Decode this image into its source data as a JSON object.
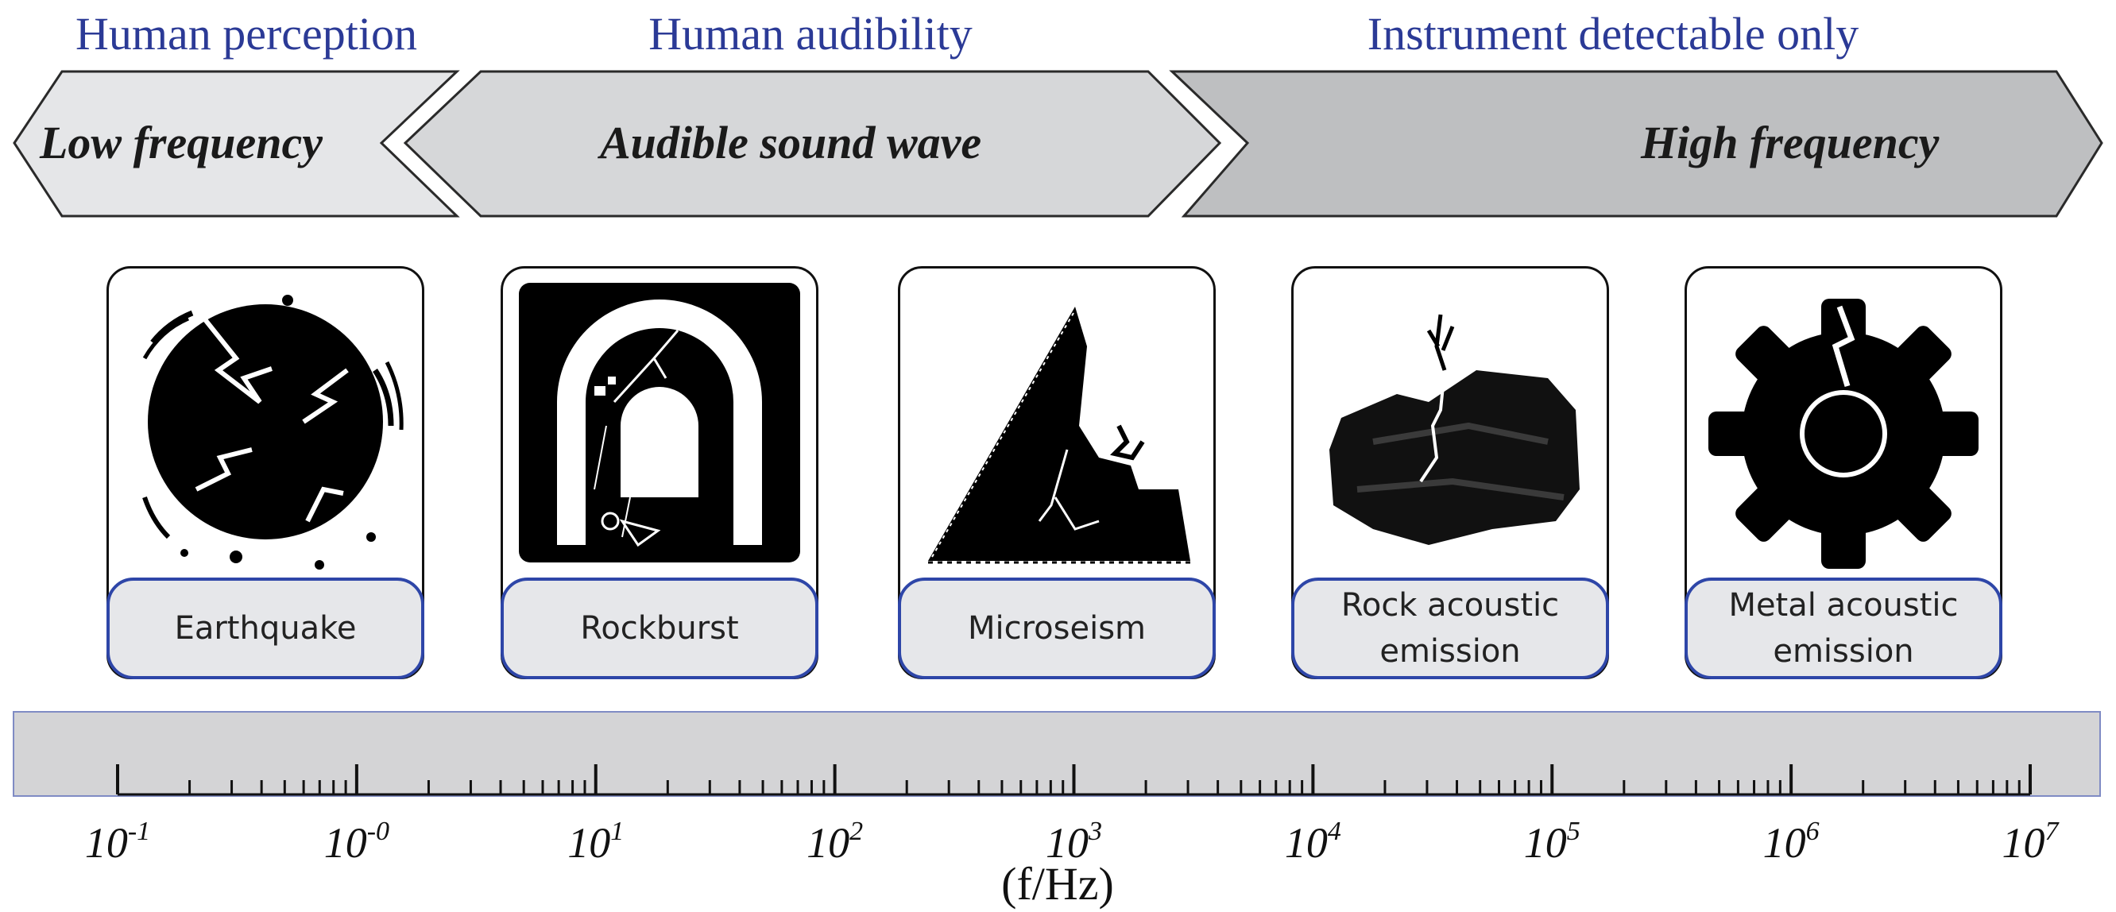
{
  "categories": {
    "human_perception": "Human perception",
    "human_audibility": "Human audibility",
    "instrument_only": "Instrument detectable only"
  },
  "bands": {
    "low": "Low frequency",
    "audible": "Audible sound wave",
    "high": "High frequency"
  },
  "cards": [
    {
      "label": "Earthquake",
      "icon": "cracked-globe-icon"
    },
    {
      "label": "Rockburst",
      "icon": "tunnel-rockburst-icon"
    },
    {
      "label": "Microseism",
      "icon": "rock-slope-icon"
    },
    {
      "label": "Rock acoustic emission",
      "icon": "cracked-rock-icon"
    },
    {
      "label": "Metal acoustic emission",
      "icon": "cracked-gear-icon"
    }
  ],
  "axis": {
    "title": "(f/Hz)",
    "ticks": [
      {
        "base": "10",
        "exp": "-1"
      },
      {
        "base": "10",
        "exp": "-0"
      },
      {
        "base": "10",
        "exp": "1"
      },
      {
        "base": "10",
        "exp": "2"
      },
      {
        "base": "10",
        "exp": "3"
      },
      {
        "base": "10",
        "exp": "4"
      },
      {
        "base": "10",
        "exp": "5"
      },
      {
        "base": "10",
        "exp": "6"
      },
      {
        "base": "10",
        "exp": "7"
      }
    ],
    "scale": "log"
  },
  "colors": {
    "category_text": "#2b3a96",
    "caption_border": "#2e46a8",
    "caption_fill": "#e6e7ea",
    "arrow_low": "#e5e6e8",
    "arrow_audible": "#d6d7d9",
    "arrow_high": "#bebfc1",
    "axis_band": "#d4d4d6"
  }
}
